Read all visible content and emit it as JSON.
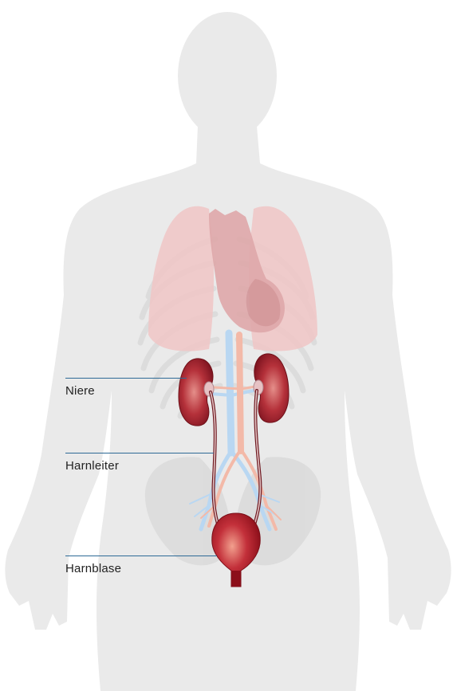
{
  "labels": {
    "kidney": "Niere",
    "ureter": "Harnleiter",
    "bladder": "Harnblase"
  },
  "colors": {
    "silhouette": "#eaeaea",
    "lungs": "#f0c6c6",
    "heart": "#dfa8aa",
    "skeleton": "#d8d8d8",
    "kidney": "#a8232e",
    "bladder": "#a8121d",
    "vein": "#b9d7f2",
    "artery": "#f3b9a8",
    "leader_line": "#2e6a96"
  }
}
